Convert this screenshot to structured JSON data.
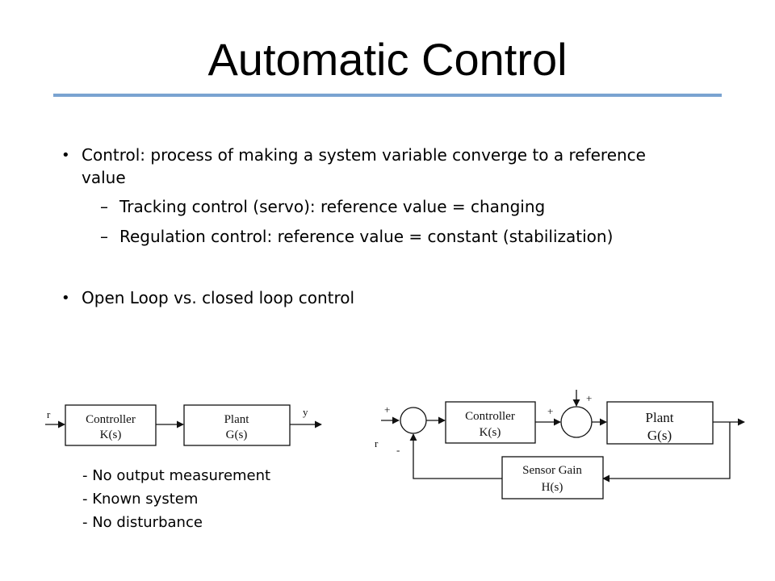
{
  "slide": {
    "title": "Automatic Control",
    "bullets": [
      {
        "text_line1": "Control: process of making a system variable converge to a reference",
        "text_line2": "value"
      },
      {
        "text": "Tracking control (servo): reference value = changing"
      },
      {
        "text": "Regulation control: reference value = constant (stabilization)"
      },
      {
        "text": "Open Loop vs. closed loop control"
      }
    ],
    "bullet_glyph": "•",
    "dash_glyph": "–",
    "accent_color": "#7aa3d1"
  },
  "open_loop": {
    "input_label": "r",
    "output_label": "y",
    "controller": {
      "line1": "Controller",
      "line2": "K(s)"
    },
    "plant": {
      "line1": "Plant",
      "line2": "G(s)"
    },
    "notes": [
      "- No output measurement",
      "- Known system",
      "- No disturbance"
    ]
  },
  "closed_loop": {
    "input_label": "r",
    "sum1_plus": "+",
    "sum1_minus": "-",
    "sum2_plus_left": "+",
    "sum2_plus_top": "+",
    "controller": {
      "line1": "Controller",
      "line2": "K(s)"
    },
    "plant": {
      "line1": "Plant",
      "line2": "G(s)"
    },
    "sensor": {
      "line1": "Sensor Gain",
      "line2": "H(s)"
    }
  }
}
